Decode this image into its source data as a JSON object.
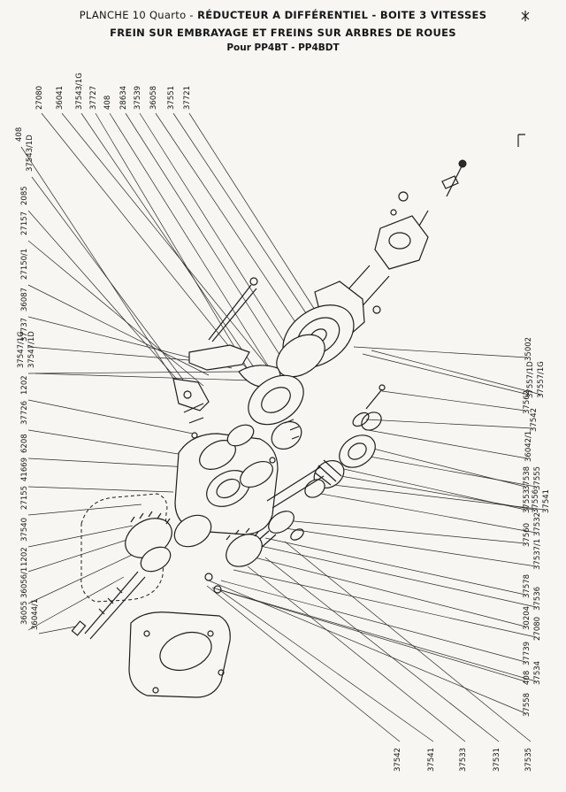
{
  "header": {
    "plate": "PLANCHE 10 Quarto -",
    "title": "RÉDUCTEUR A DIFFÉRENTIEL - BOITE 3 VITESSES",
    "subtitle": "FREIN SUR EMBRAYAGE ET FREINS SUR ARBRES DE ROUES",
    "models": "Pour PP4BT - PP4BDT"
  },
  "diagram": {
    "top_labels": [
      "27080",
      "36041",
      "37543/1G",
      "37727",
      "408",
      "28634",
      "37539",
      "36058",
      "37551",
      "37721"
    ],
    "left_labels": [
      "408",
      "37543/1D",
      "2085",
      "27157",
      "27150/1",
      "36087",
      "37737",
      "37547/1G",
      "37547/1D",
      "1202",
      "37726",
      "6208",
      "41669",
      "27155",
      "37540",
      "1202",
      "36056/1",
      "36055",
      "36044/1"
    ],
    "right_labels": [
      "35002",
      "37557/1D",
      "37557/1G",
      "37562",
      "37542",
      "36042/1",
      "37538",
      "37555",
      "37553",
      "37556",
      "37541",
      "37532",
      "37560",
      "37537/1",
      "37578",
      "37536",
      "30204",
      "27080",
      "37739",
      "408",
      "37534",
      "37558"
    ],
    "bottom_labels": [
      "37542",
      "37541",
      "37533",
      "37531",
      "37535"
    ]
  }
}
